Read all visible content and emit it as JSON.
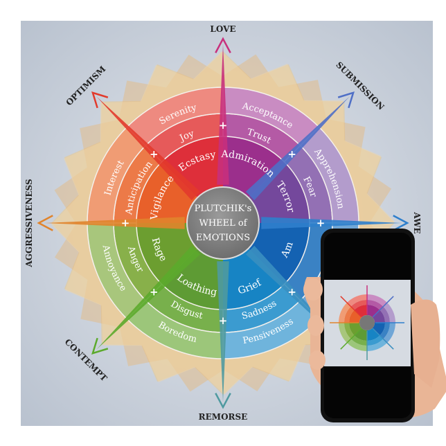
{
  "poster": {
    "center_title": [
      "PLUTCHIK's",
      "WHEEL of",
      "EMOTIONS"
    ],
    "dyads": [
      {
        "label": "LOVE",
        "color": "#c8307c"
      },
      {
        "label": "SUBMISSION",
        "color": "#4f6fc6"
      },
      {
        "label": "AWE",
        "color": "#2f7fcc"
      },
      {
        "label": "",
        "color": "#3a8fc0"
      },
      {
        "label": "REMORSE",
        "color": "#4f9aa0"
      },
      {
        "label": "CONTEMPT",
        "color": "#5caa2c"
      },
      {
        "label": "AGGRESSIVENESS",
        "color": "#e0842c"
      },
      {
        "label": "OPTIMISM",
        "color": "#e23a2c"
      }
    ],
    "sectors": [
      {
        "inner": "Admiration",
        "middle": "Trust",
        "outer": "Acceptance",
        "colors": [
          "#9b2f8c",
          "#b45aa5",
          "#c98cc2"
        ]
      },
      {
        "inner": "Terror",
        "middle": "Fear",
        "outer": "Apprehension",
        "colors": [
          "#74489c",
          "#9370b4",
          "#b39ccc"
        ]
      },
      {
        "inner": "Am",
        "middle": "",
        "outer": "",
        "colors": [
          "#1462b2",
          "#3a82c4",
          "#70a6d6"
        ]
      },
      {
        "inner": "Grief",
        "middle": "Sadness",
        "outer": "Pensiveness",
        "colors": [
          "#1784c4",
          "#3b9bd0",
          "#6fb4dc"
        ]
      },
      {
        "inner": "Loathing",
        "middle": "Disgust",
        "outer": "Boredom",
        "colors": [
          "#5e9b34",
          "#78b04c",
          "#9cc67a"
        ]
      },
      {
        "inner": "Rage",
        "middle": "Anger",
        "outer": "Annoyance",
        "colors": [
          "#6c9e30",
          "#88b04a",
          "#a8c67c"
        ]
      },
      {
        "inner": "Vigilance",
        "middle": "Anticipation",
        "outer": "Interest",
        "colors": [
          "#e8602a",
          "#ec7a48",
          "#f09c74"
        ]
      },
      {
        "inner": "Ecstasy",
        "middle": "Joy",
        "outer": "Serenity",
        "colors": [
          "#de2f3a",
          "#e65a5a",
          "#ee8a80"
        ]
      }
    ],
    "plus_sign": "+",
    "background_color": "#c9d0da"
  },
  "phone": {
    "body_color": "#111111",
    "skin_color": "#e9b596"
  }
}
